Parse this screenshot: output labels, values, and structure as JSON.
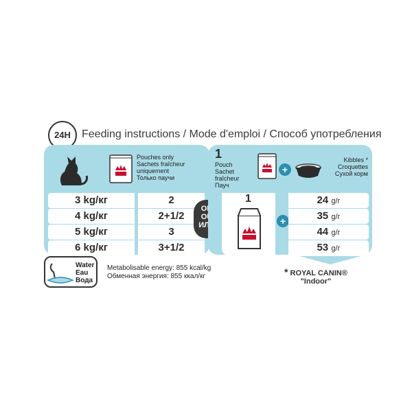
{
  "title": "Feeding instructions / Mode d'emploi / Способ употребления",
  "badge": "24H",
  "left_panel": {
    "pouch_label": [
      "Pouches only",
      "Sachets fraîcheur uniquement",
      "Только паучи"
    ]
  },
  "right_panel": {
    "number": "1",
    "pouch_label": [
      "Pouch",
      "Sachet fraîcheur",
      "Пауч"
    ],
    "kibbles_label": [
      "Kibbles *",
      "Croquettes",
      "Сухой корм"
    ],
    "big_number": "1"
  },
  "or_badge": [
    "OR",
    "OU",
    "ИЛИ"
  ],
  "rows": [
    {
      "weight": "3 kg/кг",
      "pouches": "2",
      "kibbles": "24",
      "unit": "g/г"
    },
    {
      "weight": "4 kg/кг",
      "pouches": "2+1/2",
      "kibbles": "35",
      "unit": "g/г"
    },
    {
      "weight": "5 kg/кг",
      "pouches": "3",
      "kibbles": "44",
      "unit": "g/г"
    },
    {
      "weight": "6 kg/кг",
      "pouches": "3+1/2",
      "kibbles": "53",
      "unit": "g/г"
    }
  ],
  "water": [
    "Water",
    "Eau",
    "Вода"
  ],
  "energy": [
    "Metabolisable energy: 855 kcal/kg",
    "Обменная энергия: 855 ккал/кг"
  ],
  "royal_canin_note": {
    "star": "*",
    "line1": "ROYAL CANIN®",
    "line2": "\"Indoor\""
  },
  "colors": {
    "panel": "#a9dbe7",
    "accent": "#2c8fb0",
    "brand_red": "#c8102e",
    "dark": "#3a3a3a"
  }
}
